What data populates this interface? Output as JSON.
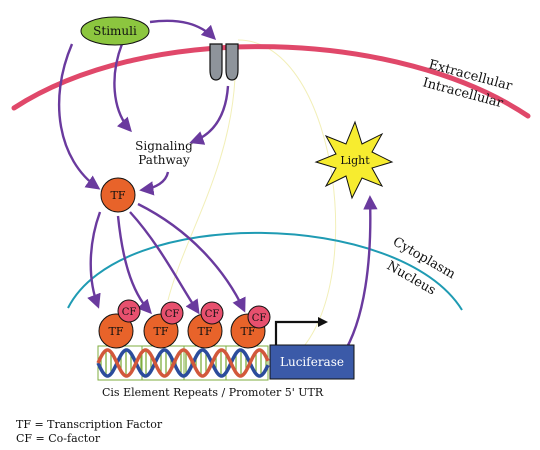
{
  "labels": {
    "stimuli": "Stimuli",
    "signaling_line1": "Signaling",
    "signaling_line2": "Pathway",
    "tf": "TF",
    "cf": "CF",
    "light": "Light",
    "extracellular": "Extracellular",
    "intracellular": "Intracellular",
    "cytoplasm": "Cytoplasm",
    "nucleus": "Nucleus",
    "luciferase": "Luciferase",
    "cis_elements": "Cis Element Repeats / Promoter 5' UTR"
  },
  "legend": {
    "tf_def": "TF = Transcription Factor",
    "cf_def": "CF = Co-factor"
  },
  "colors": {
    "arrow": "#6a3a9e",
    "membrane": "#e0486a",
    "nuclear_envelope": "#1f9bb3",
    "stimuli_fill": "#8cc63f",
    "tf_fill": "#e8632a",
    "cf_fill": "#e7506e",
    "light_fill": "#f7ec2f",
    "luciferase_fill": "#3b5aa8",
    "receptor_fill": "#8e949b",
    "dna_strand_1": "#2b4c9c",
    "dna_strand_2": "#d2583b",
    "dna_rungs": "#7fae3f"
  }
}
